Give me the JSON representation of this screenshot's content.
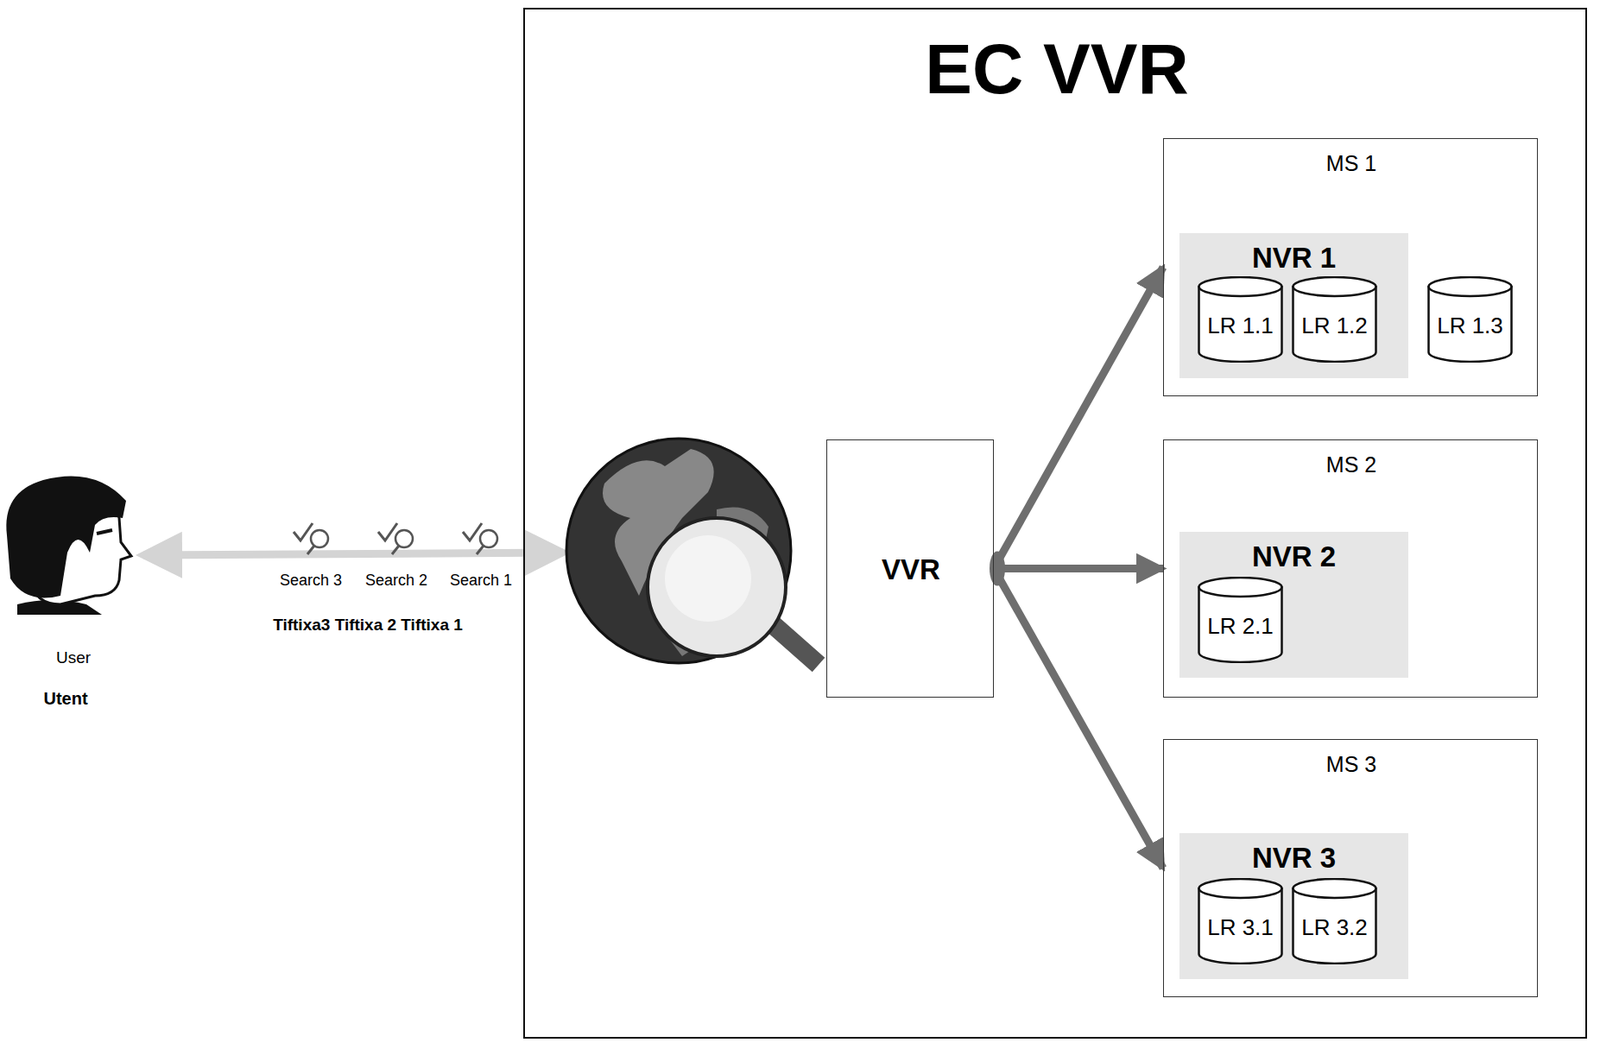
{
  "diagram": {
    "nodes": [
      {
        "text": [
          "EC VVR"
        ]
      },
      {
        "text": [
          "VVR"
        ],
        "in": 0
      },
      {
        "text": [
          "MS 1"
        ],
        "in": 0
      },
      {
        "text": [
          "NVR 1"
        ],
        "in": 2
      },
      {
        "text": [
          "LR 1.1"
        ],
        "in": 3
      },
      {
        "text": [
          "LR 1.2"
        ],
        "in": 3
      },
      {
        "text": [
          "LR 1.3"
        ],
        "in": 2
      },
      {
        "text": [
          "MS 2"
        ],
        "in": 0
      },
      {
        "text": [
          "NVR 2"
        ],
        "in": 7
      },
      {
        "text": [
          "LR 2.1"
        ],
        "in": 8
      },
      {
        "text": [
          "MS 3"
        ],
        "in": 0
      },
      {
        "text": [
          "NVR 3"
        ],
        "in": 10
      },
      {
        "text": [
          "LR 3.1"
        ],
        "in": 11
      },
      {
        "text": [
          "LR 3.2"
        ],
        "in": 11
      }
    ],
    "edges": [
      {
        "from": 1,
        "to": 2,
        "arrow": "to"
      },
      {
        "from": 1,
        "to": 7,
        "arrow": "to"
      },
      {
        "from": 1,
        "to": 10,
        "arrow": "to"
      }
    ],
    "labels": [
      "Search 3",
      "Search 2",
      "Search 1",
      "Tiftixa3 Tiftixa 2 Tiftixa 1",
      "User",
      "Utent"
    ]
  }
}
